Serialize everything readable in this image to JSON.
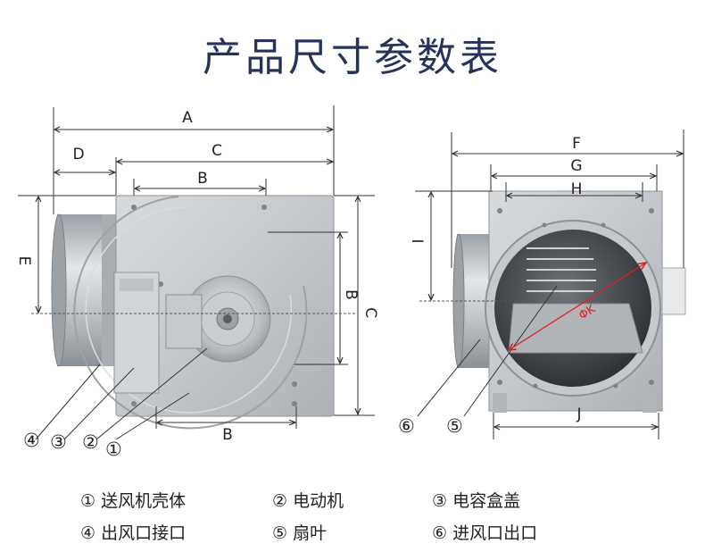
{
  "title": "产品尺寸参数表",
  "left_dimensions": {
    "a": "A",
    "d": "D",
    "c_top": "C",
    "b_top": "B",
    "e": "E",
    "b_right": "B",
    "c_right": "C",
    "b_bottom": "B"
  },
  "right_dimensions": {
    "f": "F",
    "g": "G",
    "h": "H",
    "i": "I",
    "j": "J",
    "k": "ΦK"
  },
  "callouts": {
    "c1": "①",
    "c2": "②",
    "c3": "③",
    "c4": "④",
    "c5": "⑤",
    "c6": "⑥"
  },
  "legend": [
    {
      "num": "①",
      "text": "送风机壳体"
    },
    {
      "num": "②",
      "text": "电动机"
    },
    {
      "num": "③",
      "text": "电容盒盖"
    },
    {
      "num": "④",
      "text": "出风口接口"
    },
    {
      "num": "⑤",
      "text": "扇叶"
    },
    {
      "num": "⑥",
      "text": "进风口出口"
    }
  ],
  "colors": {
    "title": "#26325a",
    "dimension_line": "#333333",
    "diameter_marker": "#e02020",
    "housing": "#c9ccd0"
  }
}
